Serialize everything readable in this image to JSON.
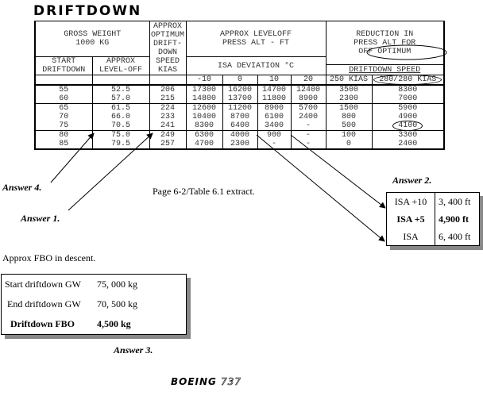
{
  "title": "DRIFTDOWN",
  "table": {
    "headers": {
      "gross_weight": [
        "GROSS WEIGHT",
        "1000 KG"
      ],
      "start_driftdown": [
        "START",
        "DRIFTDOWN"
      ],
      "approx_leveloff": [
        "APPROX",
        "LEVEL-OFF"
      ],
      "optimum_speed": [
        "APPROX",
        "OPTIMUM",
        "DRIFT-",
        "DOWN",
        "SPEED",
        "KIAS"
      ],
      "leveloff_alt": [
        "APPROX LEVELOFF",
        "PRESS ALT - FT"
      ],
      "isa_deviation": "ISA DEVIATION °C",
      "isa_cols": [
        "-10",
        "0",
        "10",
        "20"
      ],
      "reduction": [
        "REDUCTION IN",
        "PRESS ALT FOR",
        "OFF OPTIMUM"
      ],
      "driftdown_speed": "DRIFTDOWN SPEED",
      "speed_cols": [
        "250 KIAS",
        "280/280 KIAS"
      ]
    },
    "rows": [
      {
        "start": "55",
        "leveloff": "52.5",
        "kias": "206",
        "m10": "17300",
        "z": "16200",
        "p10": "14700",
        "p20": "12400",
        "s250": "3500",
        "s280": "8300"
      },
      {
        "start": "60",
        "leveloff": "57.0",
        "kias": "215",
        "m10": "14800",
        "z": "13700",
        "p10": "11800",
        "p20": "8900",
        "s250": "2300",
        "s280": "7000"
      },
      {
        "start": "65",
        "leveloff": "61.5",
        "kias": "224",
        "m10": "12600",
        "z": "11200",
        "p10": "8900",
        "p20": "5700",
        "s250": "1500",
        "s280": "5900"
      },
      {
        "start": "70",
        "leveloff": "66.0",
        "kias": "233",
        "m10": "10400",
        "z": "8700",
        "p10": "6100",
        "p20": "2400",
        "s250": "800",
        "s280": "4900"
      },
      {
        "start": "75",
        "leveloff": "70.5",
        "kias": "241",
        "m10": "8300",
        "z": "6400",
        "p10": "3400",
        "p20": "-",
        "s250": "500",
        "s280": "4100"
      },
      {
        "start": "80",
        "leveloff": "75.0",
        "kias": "249",
        "m10": "6300",
        "z": "4000",
        "p10": "900",
        "p20": "-",
        "s250": "100",
        "s280": "3300"
      },
      {
        "start": "85",
        "leveloff": "79.5",
        "kias": "257",
        "m10": "4700",
        "z": "2300",
        "p10": "-",
        "p20": "-",
        "s250": "0",
        "s280": "2400"
      }
    ]
  },
  "annotations": {
    "answer1": "Answer 1.",
    "answer2": "Answer 2.",
    "answer3": "Answer 3.",
    "answer4": "Answer 4.",
    "caption": "Page 6-2/Table 6.1 extract.",
    "fbo_heading": "Approx FBO in descent."
  },
  "answer2_box": [
    {
      "label": "ISA +10",
      "value": "3, 400 ft",
      "bold": false
    },
    {
      "label": "ISA +5",
      "value": "4,900 ft",
      "bold": true
    },
    {
      "label": "ISA",
      "value": "6, 400 ft",
      "bold": false
    }
  ],
  "fbo_box": [
    {
      "label": "Start driftdown GW",
      "value": "75, 000 kg"
    },
    {
      "label": "End driftdown GW",
      "value": "70, 500 kg"
    },
    {
      "label": "Driftdown FBO",
      "value": "4,500 kg"
    }
  ],
  "footer": {
    "brand": "BOEING",
    "model": "737"
  }
}
